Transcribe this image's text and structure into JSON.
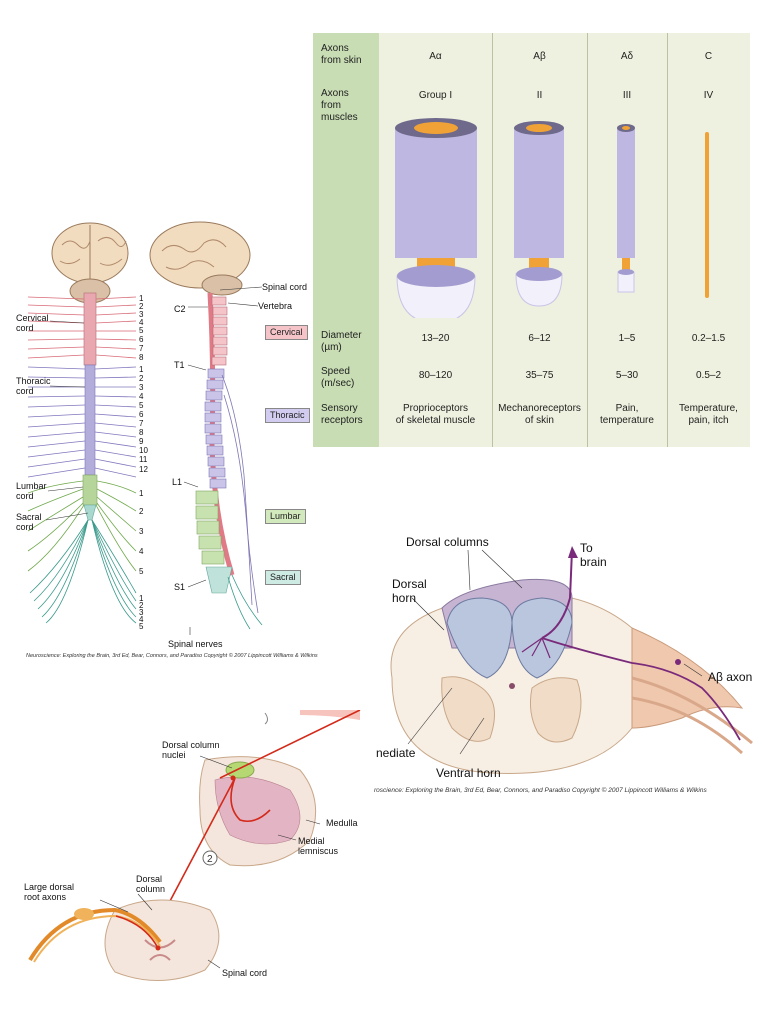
{
  "spinal_figure": {
    "left_labels": [
      "Cervical\ncord",
      "Thoracic\ncord",
      "Lumbar\ncord",
      "Sacral\ncord"
    ],
    "right_labels": [
      "Spinal cord",
      "Vertebra",
      "Spinal nerves"
    ],
    "vertebra_labels": [
      "C2",
      "T1",
      "L1",
      "S1"
    ],
    "regions": [
      "Cervical",
      "Thoracic",
      "Lumbar",
      "Sacral"
    ],
    "numbers": [
      "1",
      "2",
      "3",
      "4",
      "5",
      "6",
      "7",
      "8",
      "1",
      "2",
      "3",
      "4",
      "5",
      "6",
      "7",
      "8",
      "9",
      "10",
      "11",
      "12",
      "1",
      "2",
      "3",
      "4",
      "5",
      "1",
      "2",
      "3",
      "4",
      "5"
    ],
    "credit": "Neuroscience: Exploring the Brain, 3rd Ed, Bear, Connors, and Paradiso Copyright © 2007 Lippincott Williams & Wilkins",
    "colors": {
      "cervical": "#e9a8b0",
      "thoracic": "#b3addb",
      "lumbar": "#b6d59a",
      "sacral": "#a9d8cf"
    }
  },
  "axon_table": {
    "row_headers": {
      "skin": "Axons\nfrom skin",
      "muscles": "Axons\nfrom\nmuscles",
      "diameter": "Diameter\n(µm)",
      "speed": "Speed\n(m/sec)",
      "receptors": "Sensory\nreceptors"
    },
    "columns": [
      {
        "skin": "Aα",
        "muscle": "Group I",
        "diameter": "13–20",
        "speed": "80–120",
        "receptors": "Proprioceptors\nof skeletal muscle"
      },
      {
        "skin": "Aβ",
        "muscle": "II",
        "diameter": "6–12",
        "speed": "35–75",
        "receptors": "Mechanoreceptors\nof skin"
      },
      {
        "skin": "Aδ",
        "muscle": "III",
        "diameter": "1–5",
        "speed": "5–30",
        "receptors": "Pain,\ntemperature"
      },
      {
        "skin": "C",
        "muscle": "IV",
        "diameter": "0.2–1.5",
        "speed": "0.5–2",
        "receptors": "Temperature,\npain, itch"
      }
    ],
    "colors": {
      "header": "#c8ddb4",
      "body": "#eef1df",
      "axon": "#b9b3dd",
      "myelin_core": "#f0a236"
    }
  },
  "cord_section": {
    "labels": {
      "dorsal_columns": "Dorsal columns",
      "to_brain": "To\nbrain",
      "dorsal_horn": "Dorsal\nhorn",
      "ab_axon": "Aβ axon",
      "intermediate": "nediate",
      "ventral_horn": "Ventral horn"
    },
    "credit": "roscience: Exploring the Brain, 3rd Ed, Bear, Connors, and Paradiso Copyright © 2007 Lippincott Williams & Wilkins"
  },
  "pathway_figure": {
    "labels": {
      "dcn": "Dorsal column\nnuclei",
      "medulla": "Medulla",
      "medial_lemniscus": "Medial\nlemniscus",
      "large_dorsal": "Large dorsal\nroot axons",
      "dorsal_column": "Dorsal\ncolumn",
      "spinal_cord": "Spinal cord"
    },
    "step_numbers": [
      "2"
    ]
  }
}
